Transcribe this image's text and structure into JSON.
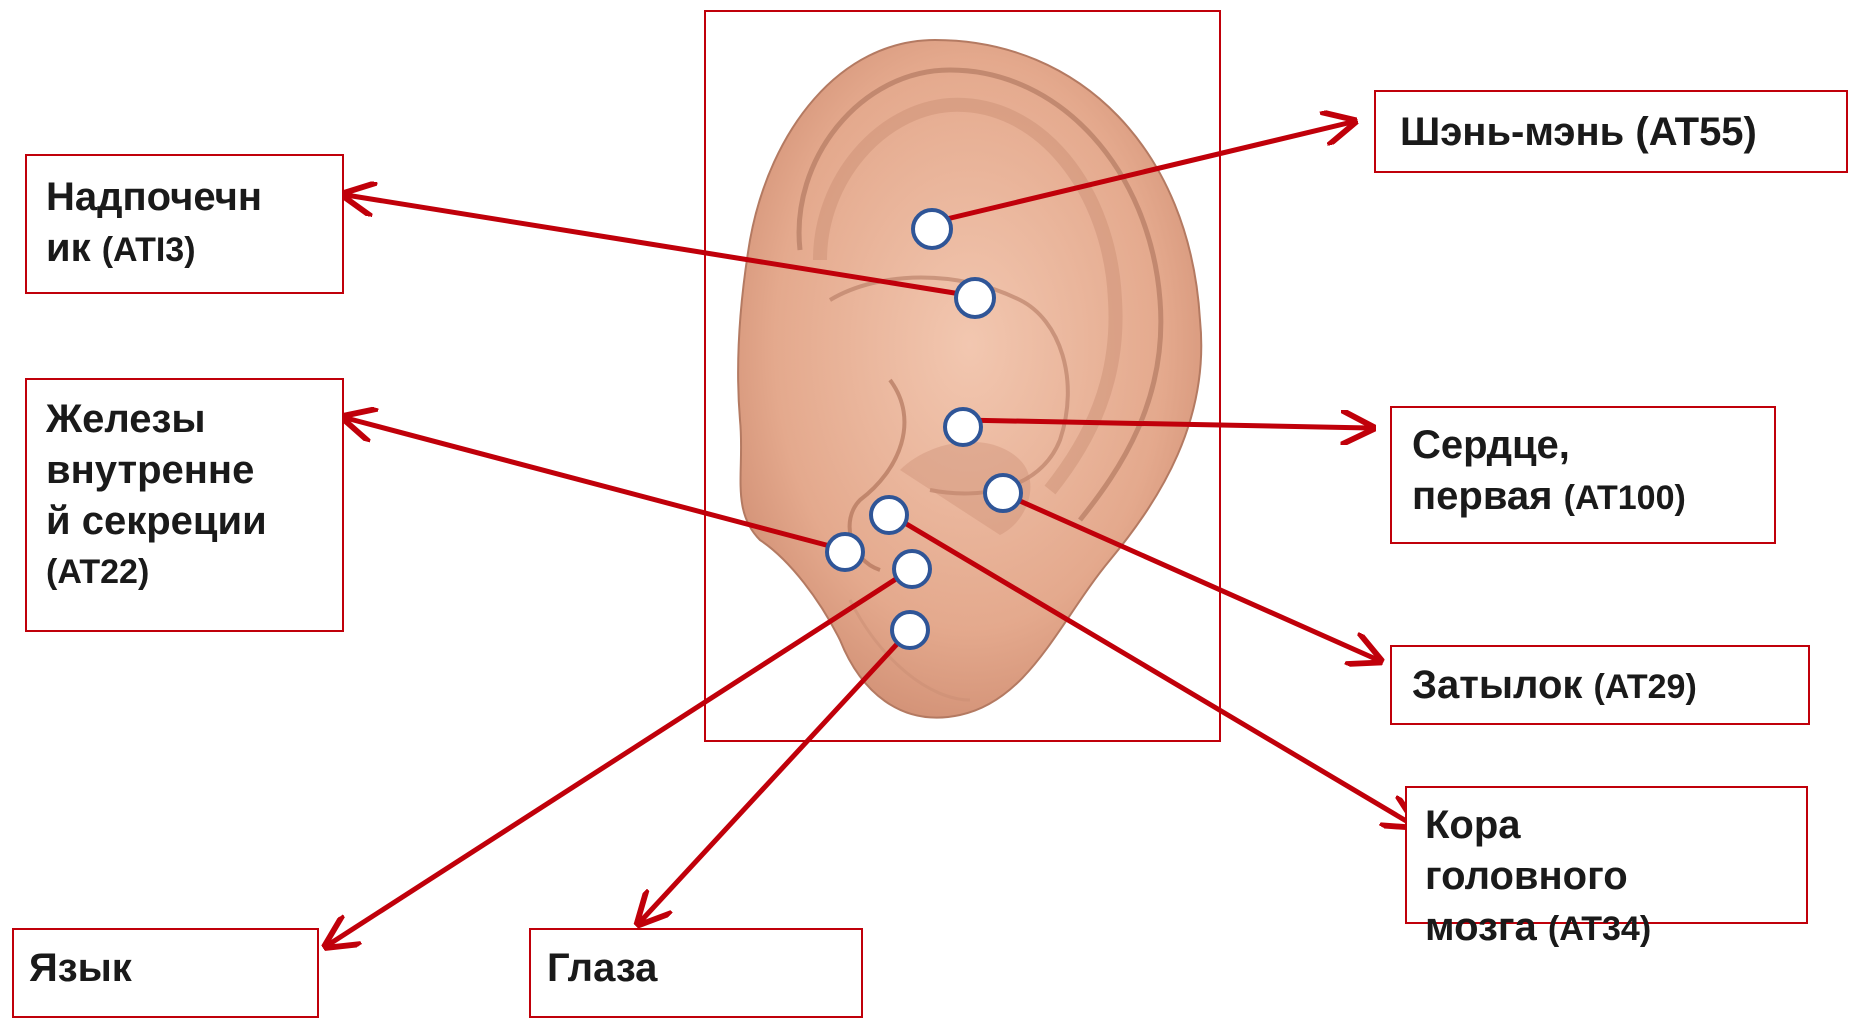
{
  "colors": {
    "accent": "#c0000a",
    "marker_stroke": "#2f5597",
    "marker_fill": "#ffffff",
    "skin": "#e8b39a"
  },
  "image": {
    "subject": "ear-illustration"
  },
  "labels": {
    "nadpochechnik": {
      "line1": "Надпочечн",
      "line2_text": "ик",
      "line2_code": "(ATI3)"
    },
    "zhelezy": {
      "line1": "Железы",
      "line2": "внутренне",
      "line3": "й секреции",
      "line4_code": "(AT22)"
    },
    "yazyk": {
      "text": "Язык"
    },
    "glaza": {
      "text": "Глаза"
    },
    "shen_men": {
      "text": "Шэнь-мэнь",
      "code": "(AT55)"
    },
    "serdtse": {
      "line1": "Сердце,",
      "line2_text": "первая",
      "line2_code": "(AT100)"
    },
    "zatylok": {
      "text": "Затылок",
      "code": "(AT29)"
    },
    "kora": {
      "line1": "Кора",
      "line2": "головного",
      "line3_text": "мозга",
      "line3_code": "(AT34)"
    }
  }
}
